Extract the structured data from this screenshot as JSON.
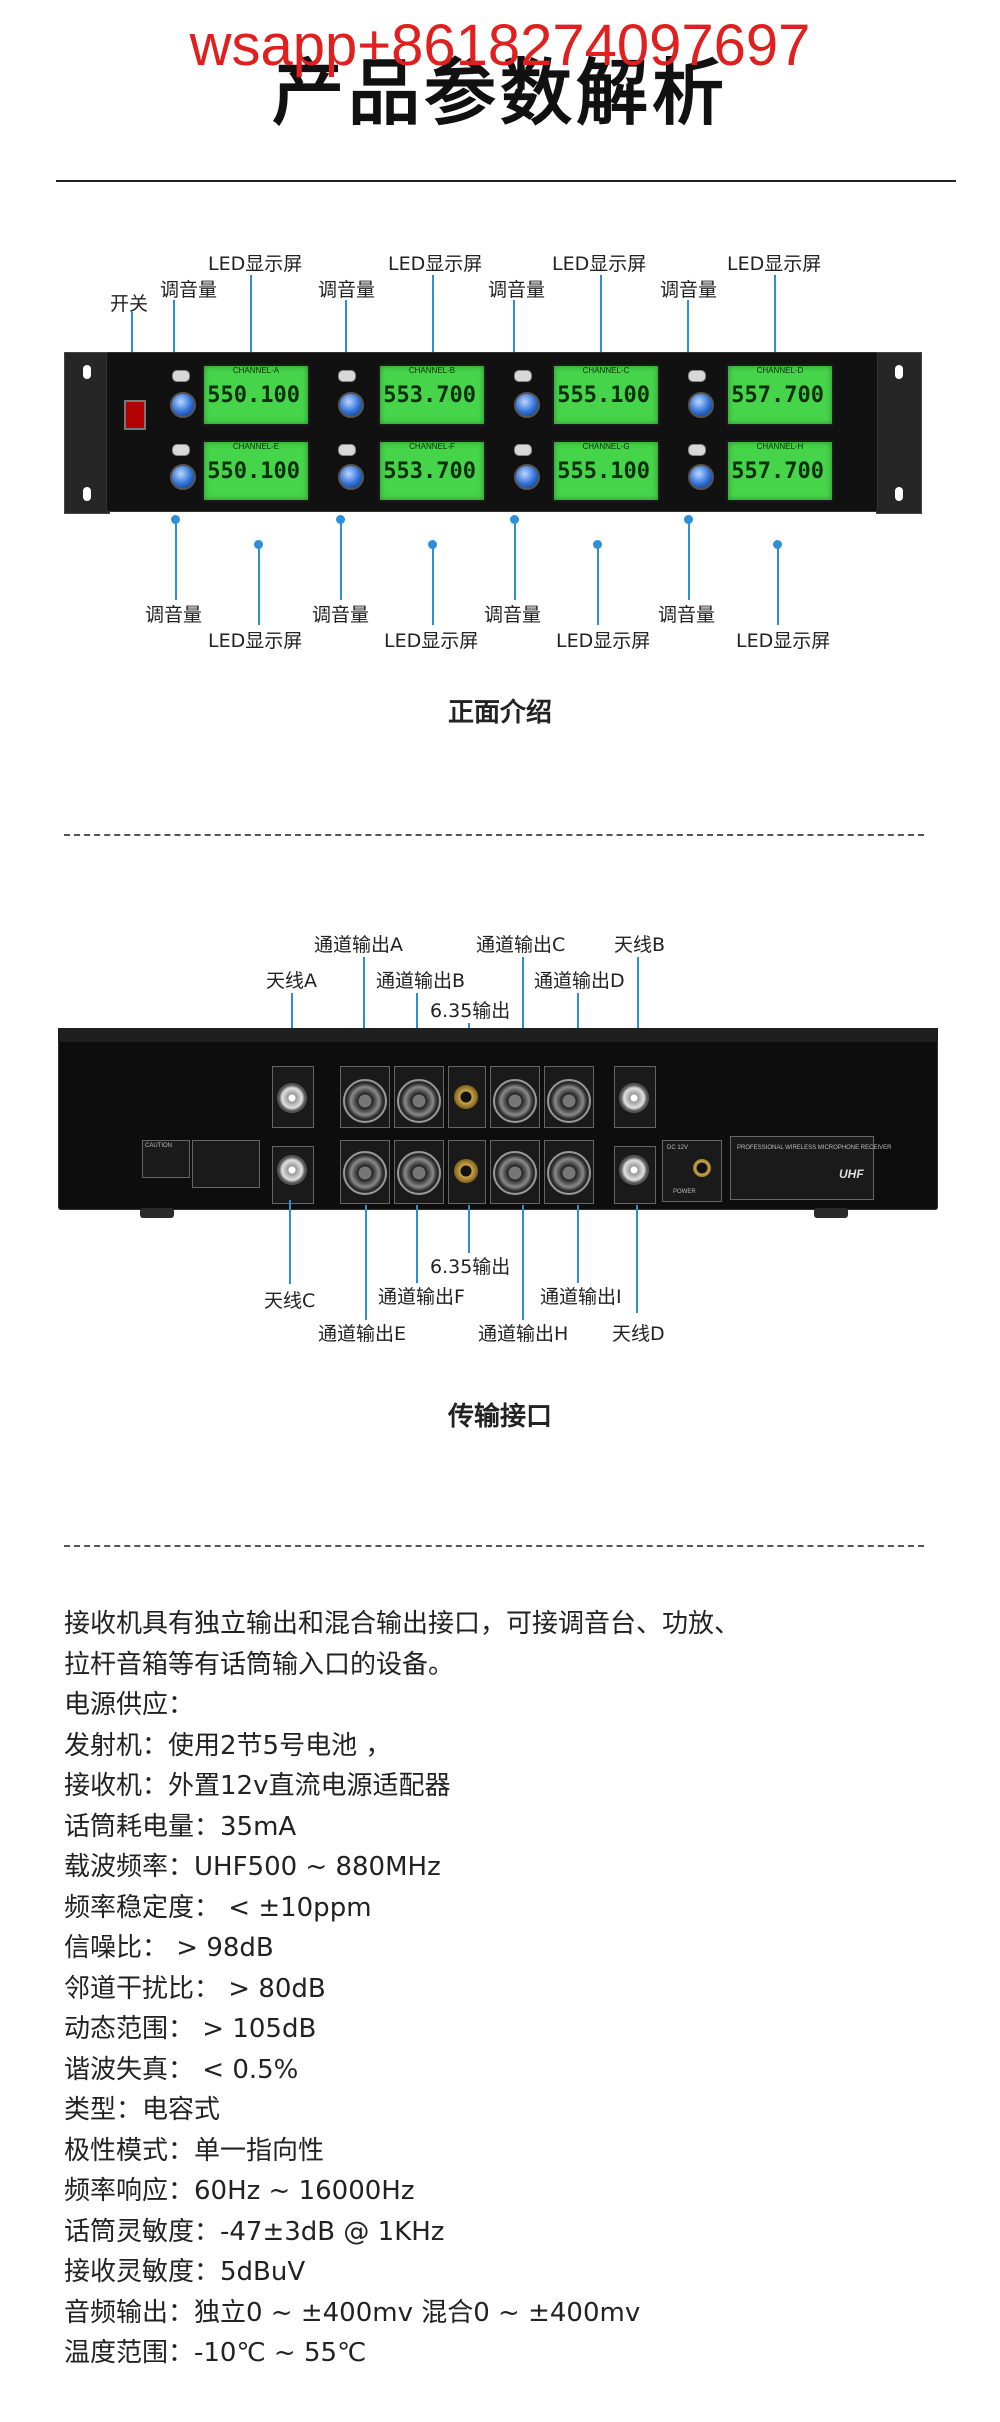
{
  "watermark": "wsapp+8618274097697",
  "page_title": "产品参数解析",
  "front": {
    "caption": "正面介绍",
    "switch_label": "开关",
    "top_labels": [
      "调音量",
      "LED显示屏",
      "调音量",
      "LED显示屏",
      "调音量",
      "LED显示屏",
      "调音量",
      "LED显示屏"
    ],
    "bottom_labels": [
      "调音量",
      "LED显示屏",
      "调音量",
      "LED显示屏",
      "调音量",
      "LED显示屏",
      "调音量",
      "LED显示屏"
    ],
    "displays_top": [
      {
        "channel": "CHANNEL-A",
        "freq": "550.100"
      },
      {
        "channel": "CHANNEL-B",
        "freq": "553.700"
      },
      {
        "channel": "CHANNEL-C",
        "freq": "555.100"
      },
      {
        "channel": "CHANNEL-D",
        "freq": "557.700"
      }
    ],
    "displays_bottom": [
      {
        "channel": "CHANNEL-E",
        "freq": "550.100"
      },
      {
        "channel": "CHANNEL-F",
        "freq": "553.700"
      },
      {
        "channel": "CHANNEL-G",
        "freq": "555.100"
      },
      {
        "channel": "CHANNEL-H",
        "freq": "557.700"
      }
    ]
  },
  "rear": {
    "caption": "传输接口",
    "labels_top": {
      "ant_a": "天线A",
      "out_a": "通道输出A",
      "out_b": "通道输出B",
      "jack_top": "6.35输出",
      "out_c": "通道输出C",
      "out_d": "通道输出D",
      "ant_b": "天线B"
    },
    "labels_bottom": {
      "ant_c": "天线C",
      "out_e": "通道输出E",
      "out_f": "通道输出F",
      "jack_bottom": "6.35输出",
      "out_h": "通道输出H",
      "out_i": "通道输出I",
      "ant_d": "天线D"
    },
    "panel_text": {
      "uhf": "UHF",
      "info": "PROFESSIONAL WIRELESS MICROPHONE RECEIVER",
      "power": "POWER",
      "caution": "CAUTION",
      "dc": "DC 12V"
    }
  },
  "specs": [
    "接收机具有独立输出和混合输出接口，可接调音台、功放、",
    "拉杆音箱等有话筒输入口的设备。",
    "电源供应：",
    "发射机：使用2节5号电池 ，",
    "接收机：外置12v直流电源适配器",
    "话筒耗电量：35mA",
    "载波频率：UHF500 ~ 880MHz",
    "频率稳定度： < ±10ppm",
    "信噪比： > 98dB",
    "邻道干扰比： > 80dB",
    "动态范围： > 105dB",
    "谐波失真： < 0.5%",
    "类型：电容式",
    "极性模式：单一指向性",
    "频率响应：60Hz ~ 16000Hz",
    "话筒灵敏度：-47±3dB @ 1KHz",
    "接收灵敏度：5dBuV",
    "音频输出：独立0 ~ ±400mv 混合0 ~ ±400mv",
    "温度范围：-10℃ ~ 55℃"
  ]
}
